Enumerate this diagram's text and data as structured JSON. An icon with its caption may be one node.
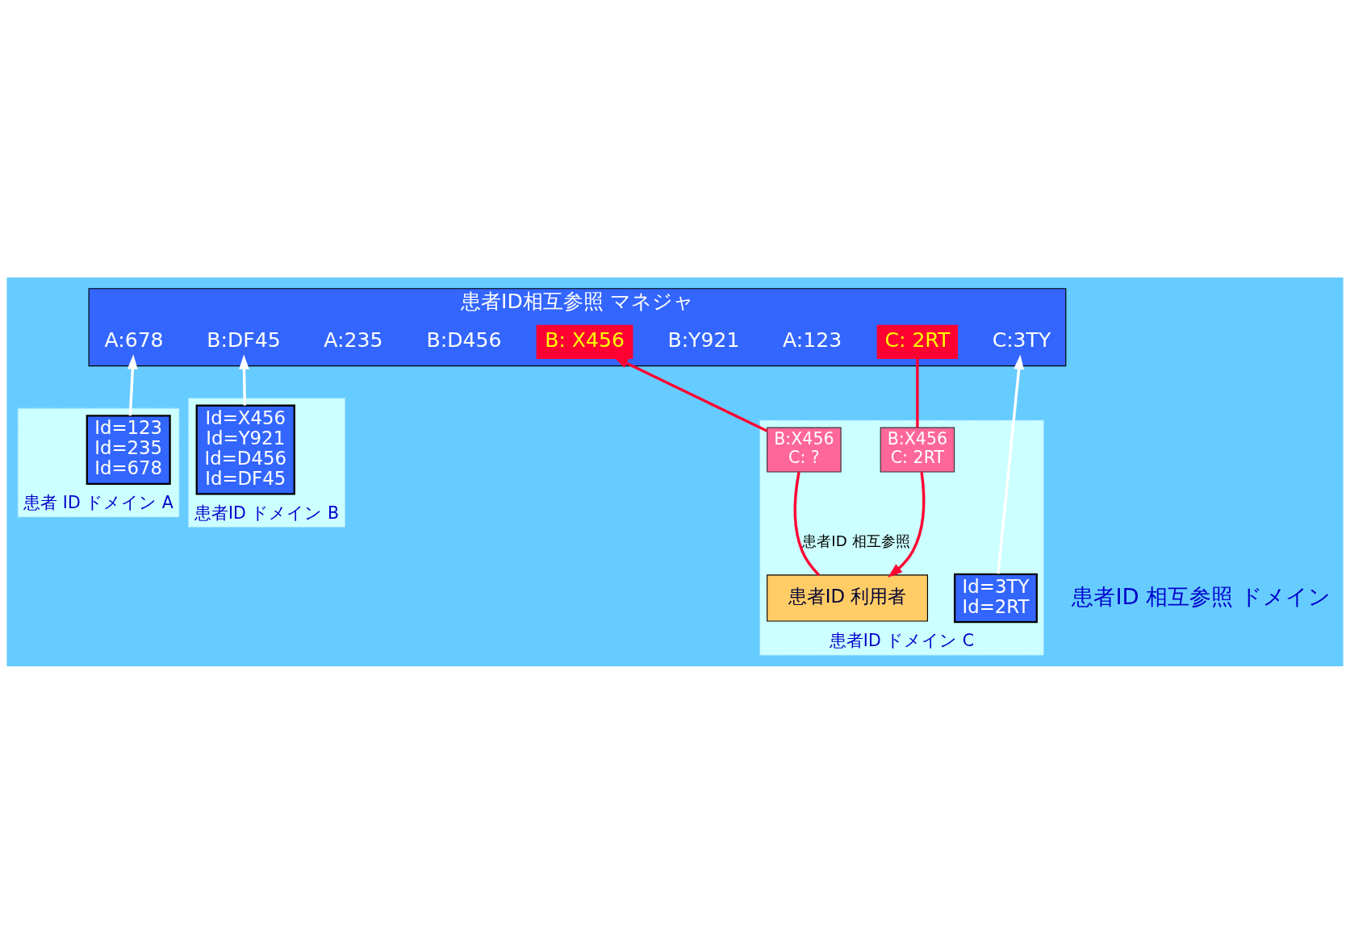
{
  "diagram": {
    "nodes": [
      {
        "text": [
          "患者ID相互参照 マネジャ"
        ]
      },
      {
        "text": [
          "B: X456"
        ],
        "in": 0
      },
      {
        "text": [
          "C: 2RT"
        ],
        "in": 0
      },
      {
        "text": [
          "A:123"
        ],
        "in": 0
      },
      {
        "text": [
          "B:Y921"
        ],
        "in": 0
      },
      {
        "text": [
          "C:3TY"
        ],
        "in": 0
      },
      {
        "text": [
          "B:D456"
        ],
        "in": 0
      },
      {
        "text": [
          "A:235"
        ],
        "in": 0
      },
      {
        "text": [
          "B:DF45"
        ],
        "in": 0
      },
      {
        "text": [
          "A:678"
        ],
        "in": 0
      },
      {
        "text": [
          "患者 ID ドメイン A"
        ]
      },
      {
        "text": [
          "Id=123",
          "Id=235",
          "Id=678"
        ],
        "in": 10
      },
      {
        "text": [
          "患者ID ドメイン B"
        ]
      },
      {
        "text": [
          "Id=X456",
          "Id=Y921",
          "Id=D456",
          "Id=DF45"
        ],
        "in": 12
      },
      {
        "text": [
          "患者ID ドメイン C"
        ]
      },
      {
        "text": [
          "Id=3TY",
          "Id=2RT"
        ],
        "in": 14
      },
      {
        "text": [
          "B:X456",
          "C: ?"
        ],
        "in": 14
      },
      {
        "text": [
          "B:X456",
          "C: 2RT"
        ],
        "in": 14
      },
      {
        "text": [
          "患者ID 利用者"
        ],
        "in": 14
      }
    ],
    "edges": [
      {
        "from": 11,
        "to": 9,
        "arrow": "to",
        "color": "#ffffff"
      },
      {
        "from": 13,
        "to": 8,
        "arrow": "to",
        "color": "#ffffff"
      },
      {
        "from": 15,
        "to": 5,
        "arrow": "to",
        "color": "#ffffff"
      },
      {
        "from": 16,
        "to": 1,
        "arrow": "to"
      },
      {
        "from": 2,
        "to": 17,
        "arrow": "none"
      },
      {
        "from": 17,
        "to": 18,
        "arrow": "to"
      },
      {
        "from": 16,
        "to": 18,
        "arrow": "none",
        "label": "患者ID 相互参照"
      }
    ],
    "labels": [
      "患者ID 相互参照 ドメイン"
    ]
  }
}
